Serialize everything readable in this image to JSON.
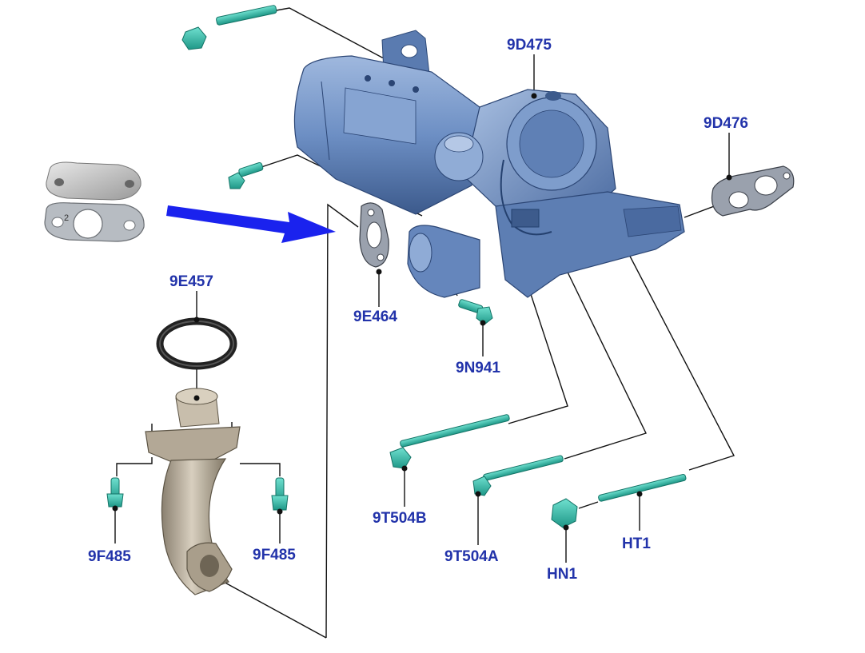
{
  "labels": {
    "egr_valve": "9D475",
    "gasket_right": "9D476",
    "o_ring": "9E457",
    "gasket_left": "9E464",
    "bolt_small": "9N941",
    "bolt_long_b": "9T504B",
    "bolt_long_a": "9T504A",
    "nut": "HN1",
    "stud": "HT1",
    "bolt_left": "9F485",
    "bolt_right": "9F485"
  },
  "plate_text": "2",
  "colors": {
    "label": "#2233aa",
    "arrow": "#1a22ee",
    "leader": "#111111",
    "fastener": "#2bb5a5",
    "cooler": "#6d8fc4",
    "cooler_dark": "#3f5f93",
    "pipe": "#b9ae9c",
    "gasket": "#8e96a2"
  }
}
